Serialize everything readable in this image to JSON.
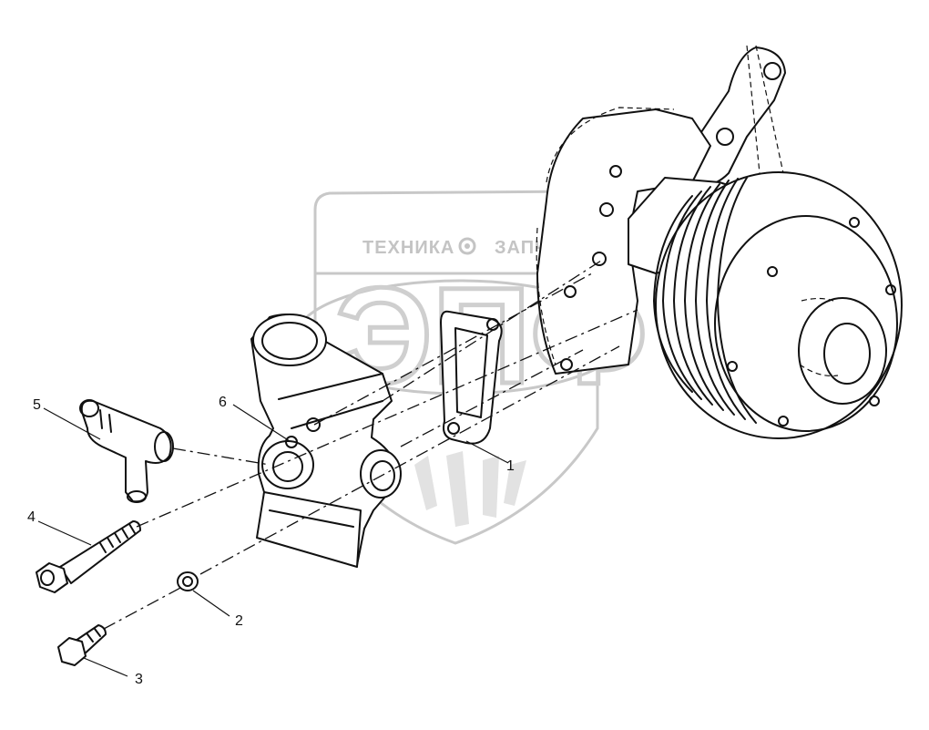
{
  "watermark": {
    "line1_left": "ТЕХНИКА",
    "line1_right": "ЗАПЧАСТИ",
    "big_letters": "ЭПФ"
  },
  "callouts": [
    {
      "id": "1",
      "label": "1"
    },
    {
      "id": "2",
      "label": "2"
    },
    {
      "id": "3",
      "label": "3"
    },
    {
      "id": "4",
      "label": "4"
    },
    {
      "id": "5",
      "label": "5"
    },
    {
      "id": "6",
      "label": "6"
    }
  ],
  "colors": {
    "line": "#111111",
    "watermark": "#c8c8c8",
    "background": "#ffffff"
  }
}
